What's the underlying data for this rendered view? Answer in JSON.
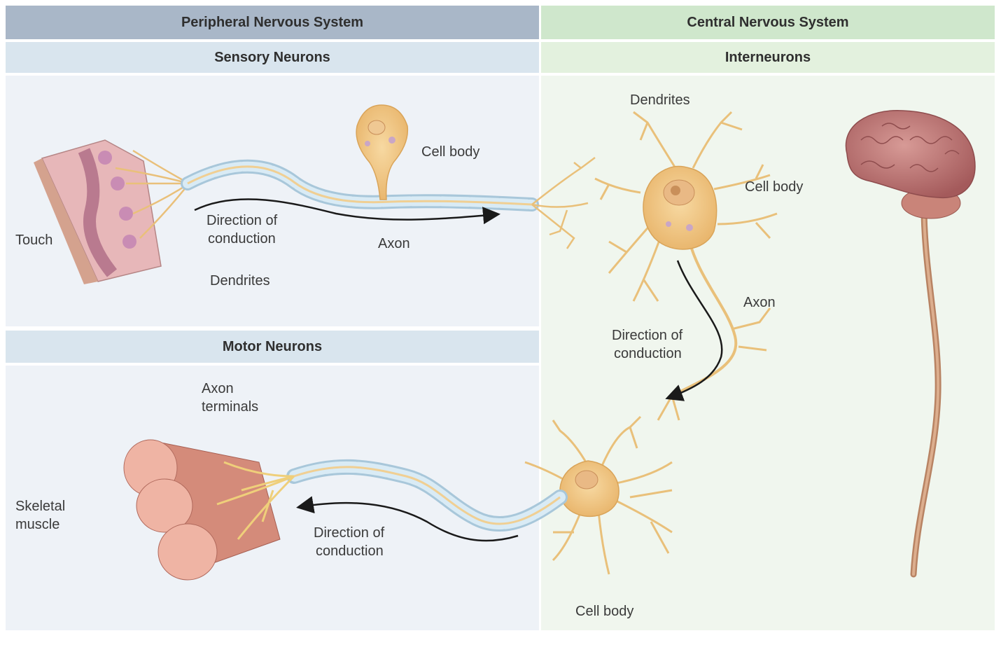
{
  "headers": {
    "pns": "Peripheral Nervous System",
    "cns": "Central Nervous System",
    "sensory": "Sensory Neurons",
    "motor": "Motor Neurons",
    "inter": "Interneurons"
  },
  "labels": {
    "touch": "Touch",
    "sensory_cell_body": "Cell body",
    "sensory_direction_1": "Direction of",
    "sensory_direction_2": "conduction",
    "sensory_axon": "Axon",
    "sensory_dendrites": "Dendrites",
    "inter_dendrites": "Dendrites",
    "inter_cell_body": "Cell body",
    "inter_axon": "Axon",
    "inter_direction_1": "Direction of",
    "inter_direction_2": "conduction",
    "axon_terminals_1": "Axon",
    "axon_terminals_2": "terminals",
    "skeletal_1": "Skeletal",
    "skeletal_2": "muscle",
    "motor_direction_1": "Direction of",
    "motor_direction_2": "conduction",
    "motor_cell_body": "Cell body"
  },
  "colors": {
    "pns_header": "#a9b7c8",
    "cns_header": "#cfe7cc",
    "sub_header_pns": "#d9e5ee",
    "sub_header_cns": "#e3f1de",
    "pns_bg": "#eef2f7",
    "cns_bg": "#f0f6ee",
    "neuron": "#f2c77e",
    "myelin": "#cfe3ef",
    "brain": "#b86e6e",
    "muscle": "#e4a08f"
  }
}
